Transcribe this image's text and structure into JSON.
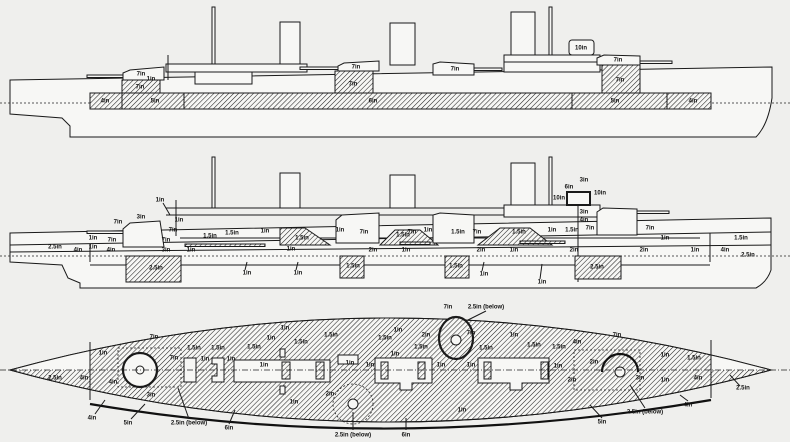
{
  "colors": {
    "ink": "#1a1a1a",
    "paper": "#efefed"
  },
  "elevation": {
    "labels": [
      "1in",
      "7in",
      "7in",
      "4in",
      "5in",
      "6in",
      "5in",
      "4in",
      "7in",
      "7in",
      "7in",
      "10in",
      "7in",
      "7in"
    ]
  },
  "section": {
    "labels": [
      "1in",
      "1in",
      "3in",
      "7in",
      "7in",
      "7in",
      "7in",
      "1in",
      "1in",
      "2.5in",
      "4in",
      "4in",
      "3in",
      "1in",
      "1.5in",
      "1.5in",
      "1in",
      "1in",
      "2.5in",
      "1in",
      "1in",
      "1.5in",
      "7in",
      "2in",
      "1in",
      "1.5in",
      "7in",
      "1in",
      "1.5in",
      "7in",
      "2in",
      "1in",
      "1.5in",
      "1in",
      "1.5in",
      "1in",
      "1.5in",
      "2in",
      "2in",
      "1in",
      "7in",
      "7in",
      "1in",
      "1in",
      "4in",
      "1.5in",
      "2.5in",
      "2.5in",
      "4in",
      "3in",
      "6in",
      "3in",
      "10in",
      "10in",
      "1.5in",
      "1in"
    ]
  },
  "plan": {
    "labels": [
      "2.5in",
      "4in",
      "1in",
      "7in",
      "7in",
      "4in",
      "3in",
      "4in",
      "5in",
      "2.5in (below)",
      "6in",
      "1.5in",
      "1in",
      "1.5in",
      "1in",
      "1in",
      "1.5in",
      "1in",
      "1.5in",
      "1in",
      "1.5in",
      "1.5in",
      "1in",
      "1in",
      "1in",
      "2in",
      "2.5in (below)",
      "6in",
      "1in",
      "7in",
      "2.5in (below)",
      "2in",
      "7in",
      "1.5in",
      "1in",
      "1in",
      "1.5in",
      "1in",
      "1in",
      "1.5in",
      "1in",
      "1.5in",
      "4in",
      "7in",
      "2in",
      "2in",
      "3in",
      "2.5in (below)",
      "5in",
      "4in",
      "1in",
      "1in",
      "1.5in",
      "4in",
      "2.5in",
      "1in"
    ]
  }
}
